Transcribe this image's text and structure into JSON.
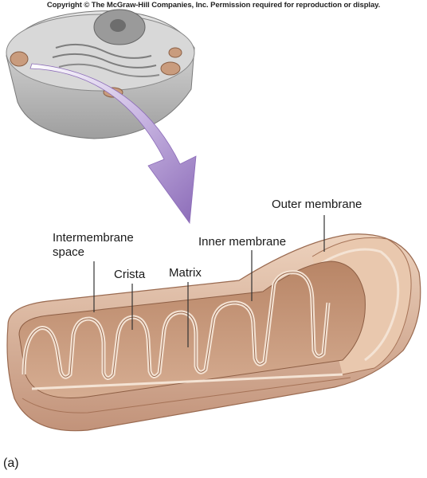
{
  "copyright": "Copyright © The McGraw-Hill Companies, Inc. Permission required for reproduction or display.",
  "panel_label": "(a)",
  "labels": {
    "outer_membrane": "Outer membrane",
    "inner_membrane": "Inner membrane",
    "intermembrane_line1": "Intermembrane",
    "intermembrane_line2": "space",
    "crista": "Crista",
    "matrix": "Matrix"
  },
  "colors": {
    "mito_outer": "#e2bfa3",
    "mito_inner": "#c99c7e",
    "mito_shadow": "#a9785c",
    "membrane_line": "#f4e3d4",
    "cell_gray": "#bdbdbd",
    "arrow_purple": "#9b7fc0"
  }
}
